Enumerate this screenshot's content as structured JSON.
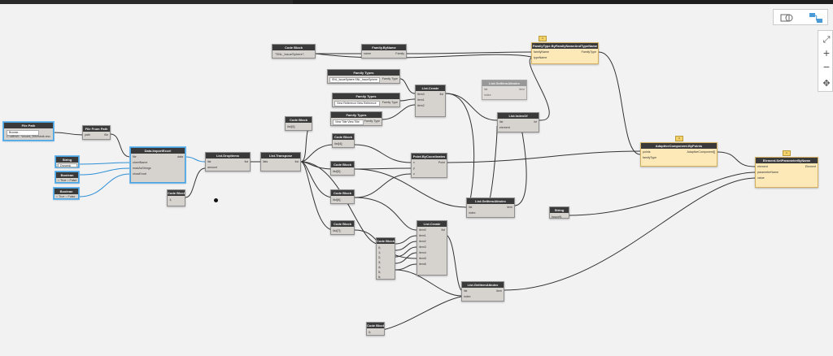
{
  "nodes": {
    "file_path": {
      "title": "File Path",
      "button": "Browse...",
      "value": "C:\\ABNA\\...\\issues_BIM\\sbdb.xlsx"
    },
    "file_from_path": {
      "title": "File From Path",
      "in": "path",
      "out": "file"
    },
    "string1": {
      "title": "String",
      "value": "Dynamic"
    },
    "boolean1": {
      "title": "Boolean",
      "t": "True",
      "f": "False"
    },
    "boolean2": {
      "title": "Boolean",
      "t": "True",
      "f": "False"
    },
    "import_excel": {
      "title": "Data.ImportExcel",
      "in": [
        "file",
        "sheetName",
        "readAsStrings",
        "showExcel"
      ],
      "out": "data"
    },
    "code_block_small": {
      "title": "Code Block",
      "value": "1;"
    },
    "drop_items": {
      "title": "List.DropItems",
      "in": [
        "list",
        "amount"
      ],
      "out": "list"
    },
    "transpose": {
      "title": "List.Transpose",
      "in": "lists",
      "out": "list"
    },
    "cb_top": {
      "title": "Code Block",
      "value": "\"SNL_IssueSphere\";"
    },
    "family_by_name": {
      "title": "Family.ByName",
      "in": "name",
      "out": "Family"
    },
    "ft_by_family": {
      "title": "FamilyType.ByFamilyNameAndTypeName",
      "in": [
        "familyName",
        "typeName"
      ],
      "out": "FamilyType"
    },
    "family_types1": {
      "title": "Family Types",
      "value": "SNL_IssueSphere:SNL_IssueSphere",
      "out": "Family Type"
    },
    "family_types2": {
      "title": "Family Types",
      "value": "View Reference:View Reference",
      "out": "Family Type"
    },
    "family_types3": {
      "title": "Family Types",
      "value": "View Title:View Title",
      "out": "Family Type"
    },
    "list_create1": {
      "title": "List.Create",
      "in": [
        "item0",
        "item1",
        "item2"
      ],
      "out": "list"
    },
    "get_item_at_index1": {
      "title": "List.GetItemAtIndex",
      "in": [
        "list",
        "index"
      ],
      "out": "item"
    },
    "index_of": {
      "title": "List.IndexOf",
      "in": [
        "list",
        "element"
      ],
      "out": "int"
    },
    "cb_0": {
      "title": "Code Block",
      "value": "list[0];"
    },
    "cb_4": {
      "title": "Code Block",
      "value": "list[4];"
    },
    "cb_5": {
      "title": "Code Block",
      "value": "list[5];"
    },
    "cb_6": {
      "title": "Code Block",
      "value": "list[6];"
    },
    "cb_7": {
      "title": "Code Block",
      "value": "list[7];"
    },
    "by_coordinates": {
      "title": "Point.ByCoordinates",
      "in": [
        "x",
        "y",
        "z"
      ],
      "out": "Point"
    },
    "adaptive": {
      "title": "AdaptiveComponent.ByPoints",
      "in": [
        "points",
        "familyType"
      ],
      "out": "AdaptiveComponent[]"
    },
    "set_param": {
      "title": "Element.SetParameterByName",
      "in": [
        "element",
        "parameterName",
        "value"
      ],
      "out": "Element"
    },
    "get_item_at_index2": {
      "title": "List.GetItemAtIndex",
      "in": [
        "list",
        "index"
      ],
      "out": "item"
    },
    "string2": {
      "title": "String",
      "value": "IssueN"
    },
    "list_create2": {
      "title": "List.Create",
      "in": [
        "item0",
        "item1",
        "item2",
        "item3",
        "item4",
        "item5",
        "item6"
      ],
      "out": "list"
    },
    "cb_multi": {
      "title": "Code Block",
      "lines": [
        "0;",
        "1;",
        "2;",
        "3;",
        "4;",
        "5;",
        "6;"
      ]
    },
    "get_item_at_index3": {
      "title": "List.GetItemAtIndex",
      "in": [
        "list",
        "index"
      ],
      "out": "item"
    },
    "cb_bottom": {
      "title": "Code Block",
      "value": "0;"
    }
  },
  "toolbar": {
    "icons": [
      "geometry-view-icon",
      "graph-view-icon"
    ]
  },
  "nav": {
    "icons": [
      "fit-view-icon",
      "zoom-in-icon",
      "zoom-out-icon",
      "pan-icon"
    ]
  }
}
